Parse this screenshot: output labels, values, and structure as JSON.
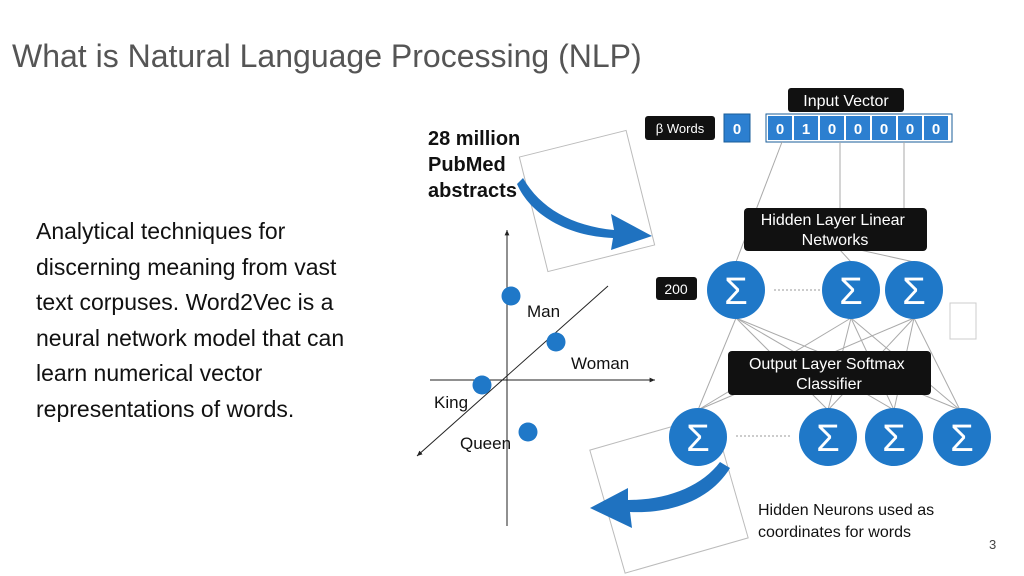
{
  "slide": {
    "title": "What is Natural Language Processing (NLP)",
    "body_lines": [
      "Analytical techniques for",
      "discerning meaning from vast",
      "text corpuses. Word2Vec is a",
      "neural network model that can",
      "learn  numerical vector",
      "representations of words."
    ],
    "page_number": "3"
  },
  "diagram": {
    "source_lines": [
      "28 million",
      "PubMed",
      "abstracts"
    ],
    "input_vector_label": "Input Vector",
    "words_label": "β Words",
    "vector_first": "0",
    "vector_values": [
      "0",
      "1",
      "0",
      "0",
      "0",
      "0",
      "0"
    ],
    "hidden_layer_lines": [
      "Hidden Layer Linear",
      "Networks"
    ],
    "hidden_size_label": "200",
    "output_layer_lines": [
      "Output Layer Softmax",
      "Classifier"
    ],
    "neuron_symbol": "Σ",
    "caption_lines": [
      "Hidden Neurons used as",
      "coordinates for words"
    ],
    "embedding_words": [
      "Man",
      "Woman",
      "King",
      "Queen"
    ]
  },
  "colors": {
    "neuron_blue": "#1f78c8",
    "dark_label": "#111111",
    "cell_blue": "#2c7fd0",
    "title_gray": "#555555"
  }
}
